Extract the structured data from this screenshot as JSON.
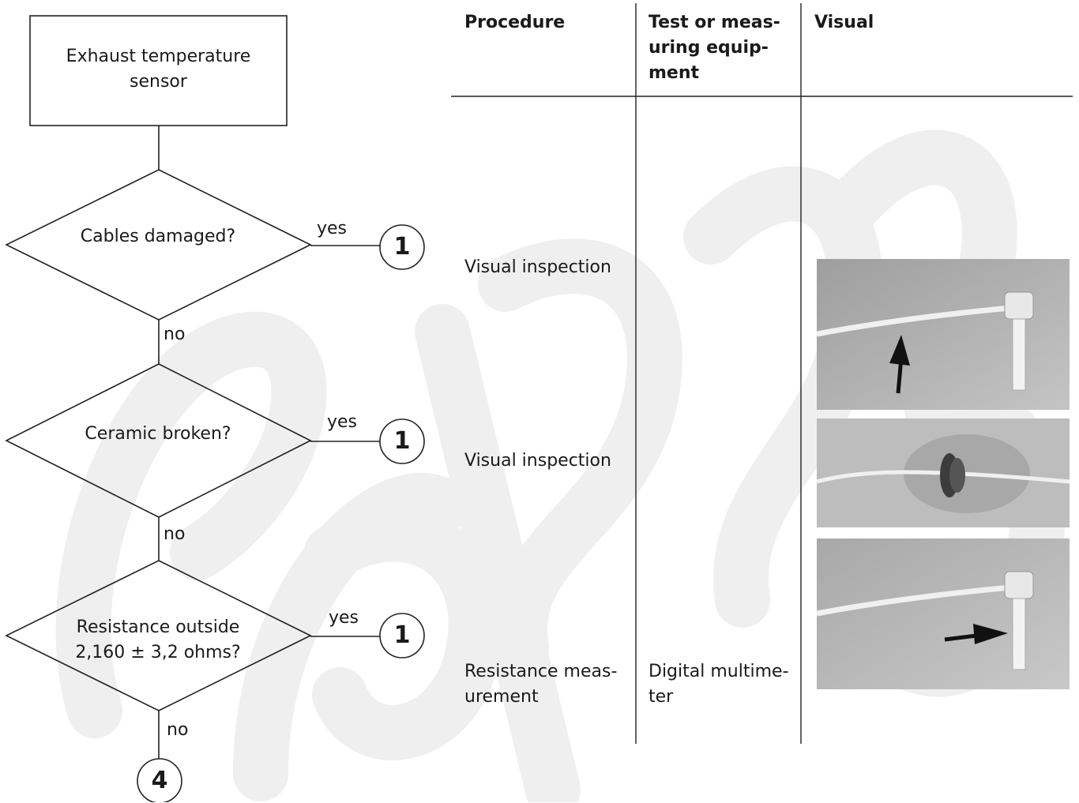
{
  "flowchart": {
    "start_box": "Exhaust temperature sensor",
    "decisions": [
      {
        "question": "Cables damaged?",
        "yes_label": "yes",
        "no_label": "no",
        "yes_target": "1"
      },
      {
        "question": "Ceramic broken?",
        "yes_label": "yes",
        "no_label": "no",
        "yes_target": "1"
      },
      {
        "question_line1": "Resistance outside",
        "question_line2": "2,160 ± 3,2  ohms?",
        "yes_label": "yes",
        "no_label": "no",
        "yes_target": "1"
      }
    ],
    "end_target": "4"
  },
  "table": {
    "headers": {
      "procedure": "Procedure",
      "equipment_line1": "Test or meas-",
      "equipment_line2": "uring equip-",
      "equipment_line3": "ment",
      "visual": "Visual"
    },
    "rows": [
      {
        "procedure": "Visual inspection",
        "equipment": ""
      },
      {
        "procedure": "Visual inspection",
        "equipment": ""
      },
      {
        "procedure_line1": "Resistance meas-",
        "procedure_line2": "urement",
        "equipment_line1": "Digital multime-",
        "equipment_line2": "ter"
      }
    ]
  },
  "colors": {
    "line": "#222222",
    "watermark": "#ececec",
    "photo_bg": "#b5b5b5"
  }
}
